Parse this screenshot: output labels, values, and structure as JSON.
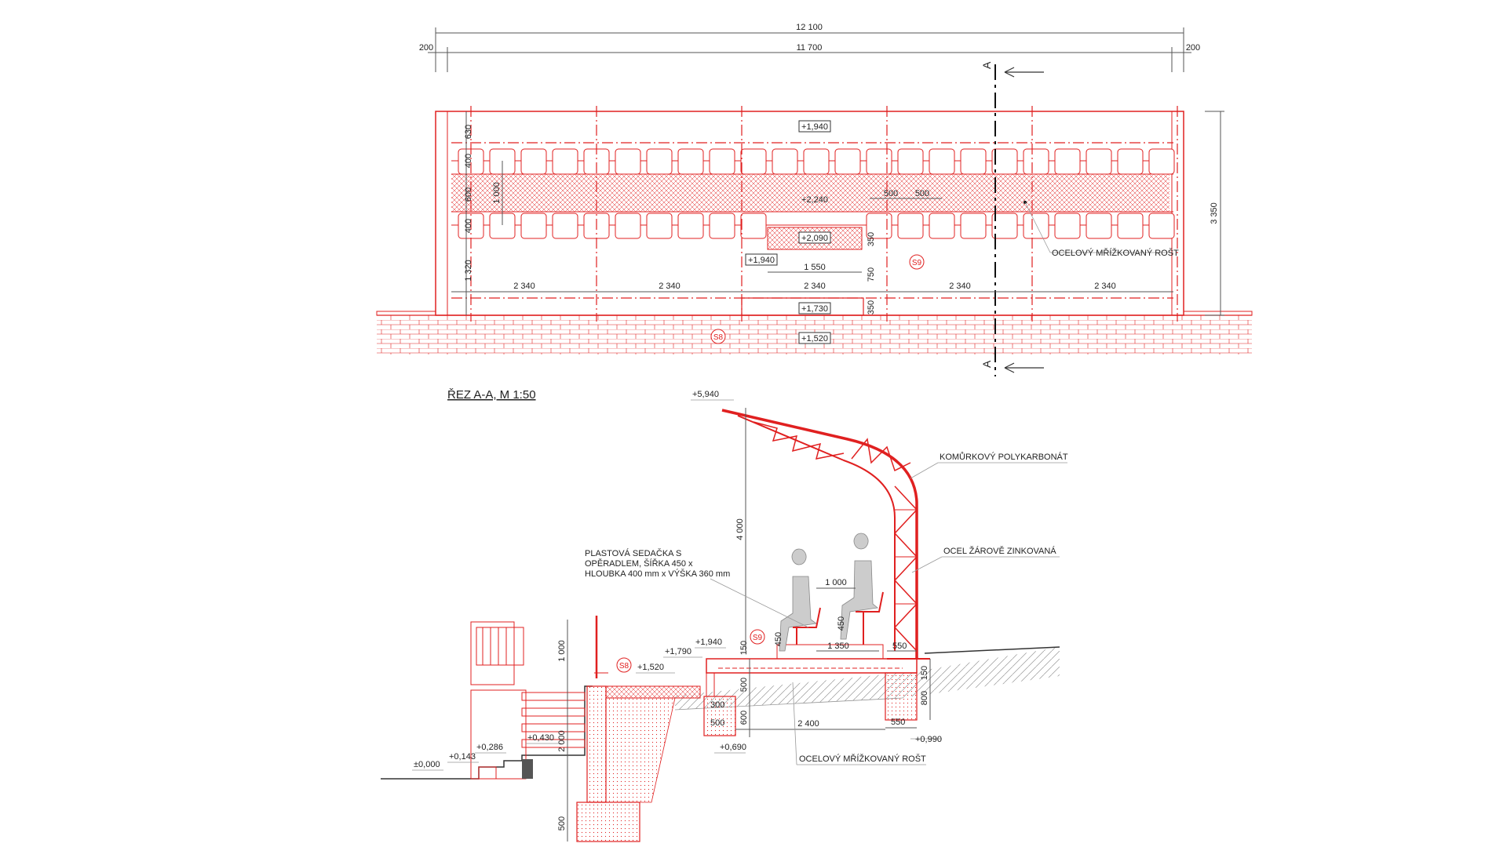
{
  "plan": {
    "dims_top": {
      "overall": "12 100",
      "inner": "11 700",
      "left": "200",
      "right": "200"
    },
    "dims_bays": [
      "2 340",
      "2 340",
      "2 340",
      "2 340",
      "2 340"
    ],
    "dims_side_left": [
      "630",
      "400",
      "600",
      "400",
      "1 320"
    ],
    "dim_1000": "1 000",
    "dim_height": "3 350",
    "dims_center": {
      "a": "500",
      "b": "500",
      "c": "1 550",
      "d": "350",
      "e": "750",
      "f": "350"
    },
    "levels": {
      "top": "+1,940",
      "mid": "+2,240",
      "step": "+2,090",
      "side": "+1,940",
      "low": "+1,730",
      "ground": "+1,520"
    },
    "section_marks": [
      "A",
      "A"
    ],
    "labels": {
      "grating": "OCELOVÝ MŘÍŽKOVANÝ ROŠT",
      "s8": "S8",
      "s9": "S9"
    },
    "colors": {
      "accent": "#e02020",
      "line": "#333333"
    }
  },
  "section": {
    "title": "ŘEZ A-A, M 1:50",
    "levels": {
      "roof": "+5,940",
      "deck": "+1,940",
      "step": "+1,790",
      "path": "+1,520",
      "l430": "+0,430",
      "l286": "+0,286",
      "l143": "+0,143",
      "zero": "±0,000",
      "l690": "+0,690",
      "l990": "+0,990"
    },
    "dims": {
      "d4000": "4 000",
      "d1000a": "1 000",
      "d1000b": "1 000",
      "d2000": "2 000",
      "d500a": "500",
      "d150a": "150",
      "d500b": "500",
      "d600": "600",
      "d300": "300",
      "d500c": "500",
      "d2400": "2 400",
      "d550a": "550",
      "d550b": "550",
      "d1350": "1 350",
      "d450a": "450",
      "d450b": "450",
      "d150b": "150",
      "d800": "800"
    },
    "callouts": {
      "polycarbonate": "KOMŮRKOVÝ POLYKARBONÁT",
      "steel": "OCEL ŽÁROVĚ ZINKOVANÁ",
      "seat_1": "PLASTOVÁ SEDAČKA S",
      "seat_2": "OPĚRADLEM, ŠÍŘKA 450 x",
      "seat_3": "HLOUBKA 400 mm x VÝŠKA 360 mm",
      "grating": "OCELOVÝ MŘÍŽKOVANÝ ROŠT",
      "s8": "S8",
      "s9": "S9"
    }
  }
}
